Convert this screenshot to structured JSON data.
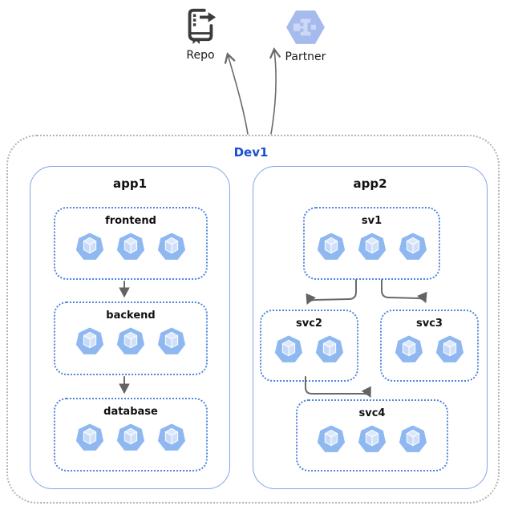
{
  "diagram": {
    "boundary": {
      "label": "Dev1"
    },
    "external_nodes": [
      {
        "id": "repo",
        "label": "Repo",
        "icon": "source-repository-icon"
      },
      {
        "id": "partner",
        "label": "Partner",
        "icon": "partner-hexagon-icon"
      }
    ],
    "apps": [
      {
        "label": "app1",
        "services": [
          {
            "label": "frontend",
            "pods": 3
          },
          {
            "label": "backend",
            "pods": 3
          },
          {
            "label": "database",
            "pods": 3
          }
        ]
      },
      {
        "label": "app2",
        "services": [
          {
            "label": "sv1",
            "pods": 3
          },
          {
            "label": "svc2",
            "pods": 2
          },
          {
            "label": "svc3",
            "pods": 2
          },
          {
            "label": "svc4",
            "pods": 3
          }
        ]
      }
    ],
    "edges": [
      {
        "from": "Dev1",
        "to": "Repo"
      },
      {
        "from": "Dev1",
        "to": "Partner"
      },
      {
        "from": "frontend",
        "to": "backend"
      },
      {
        "from": "backend",
        "to": "database"
      },
      {
        "from": "sv1",
        "to": "svc2"
      },
      {
        "from": "sv1",
        "to": "svc3"
      },
      {
        "from": "svc2",
        "to": "svc4"
      }
    ],
    "colors": {
      "boundary_label": "#1a4fd1",
      "boundary_border": "#b4b4b4",
      "app_border": "#7fa6e7",
      "service_border": "#4e85de",
      "arrow": "#6a6a6a",
      "pod_outline": "#8fb8f1",
      "pod_cube_top": "#dde9fb",
      "pod_cube_left": "#c6daf8",
      "pod_cube_right": "#d0e0f9",
      "partner_hex": "#a5bbee",
      "partner_glyph": "#ccd8f6",
      "repo_icon": "#3b3b3b"
    }
  }
}
